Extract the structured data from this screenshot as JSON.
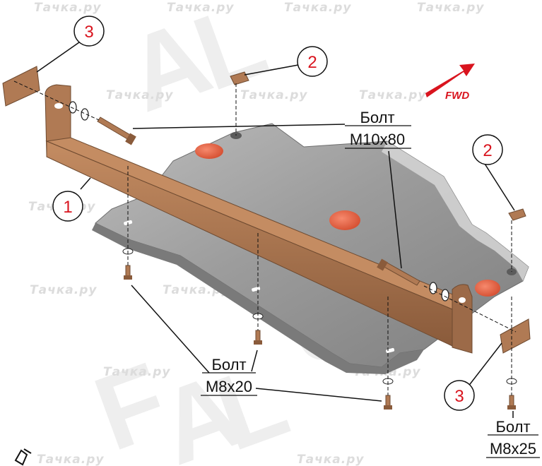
{
  "watermark": {
    "text": "Тачка.ру",
    "brand_letters": [
      "A",
      "L",
      "F",
      "e",
      "C",
      "A",
      "L"
    ]
  },
  "callouts": [
    {
      "number": "3"
    },
    {
      "number": "2"
    },
    {
      "number": "2"
    },
    {
      "number": "1"
    },
    {
      "number": "3"
    }
  ],
  "fwd": {
    "label": "FWD"
  },
  "bolts": [
    {
      "name": "Болт",
      "size": "M10x80"
    },
    {
      "name": "Болт",
      "size": "M8x20"
    },
    {
      "name": "Болт",
      "size": "M8x25"
    }
  ],
  "colors": {
    "plate": "#9a9a9a",
    "plate_light": "#c9c9c9",
    "bracket": "#b07a54",
    "bracket_dark": "#7e5336",
    "plug": "#e8593a",
    "accent_red": "#d9141e",
    "leader": "#111111"
  }
}
